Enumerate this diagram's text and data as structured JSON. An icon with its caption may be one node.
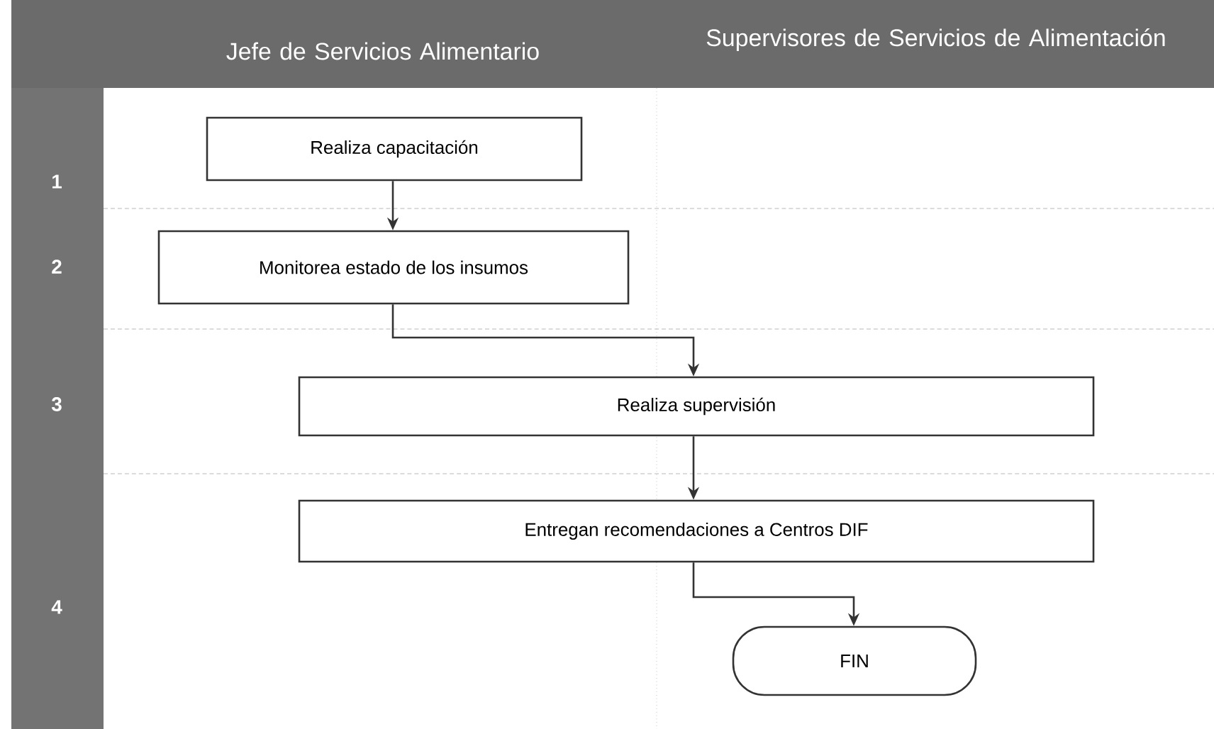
{
  "diagram": {
    "nodes": [
      {
        "text": [
          "Realiza capacitación"
        ]
      },
      {
        "text": [
          "Monitorea estado de los insumos"
        ]
      },
      {
        "text": [
          "Realiza supervisión"
        ]
      },
      {
        "text": [
          "Entregan recomendaciones a Centros DIF"
        ]
      },
      {
        "text": [
          "FIN"
        ]
      }
    ],
    "edges": [
      {
        "from": 0,
        "to": 1,
        "arrow": "to"
      },
      {
        "from": 1,
        "to": 2,
        "arrow": "to"
      },
      {
        "from": 2,
        "to": 3,
        "arrow": "to"
      },
      {
        "from": 3,
        "to": 4,
        "arrow": "to"
      }
    ],
    "labels": [
      "Jefe de Servicios Alimentario",
      "Supervisores de Servicios de Alimentación",
      "1",
      "2",
      "3",
      "4"
    ]
  }
}
